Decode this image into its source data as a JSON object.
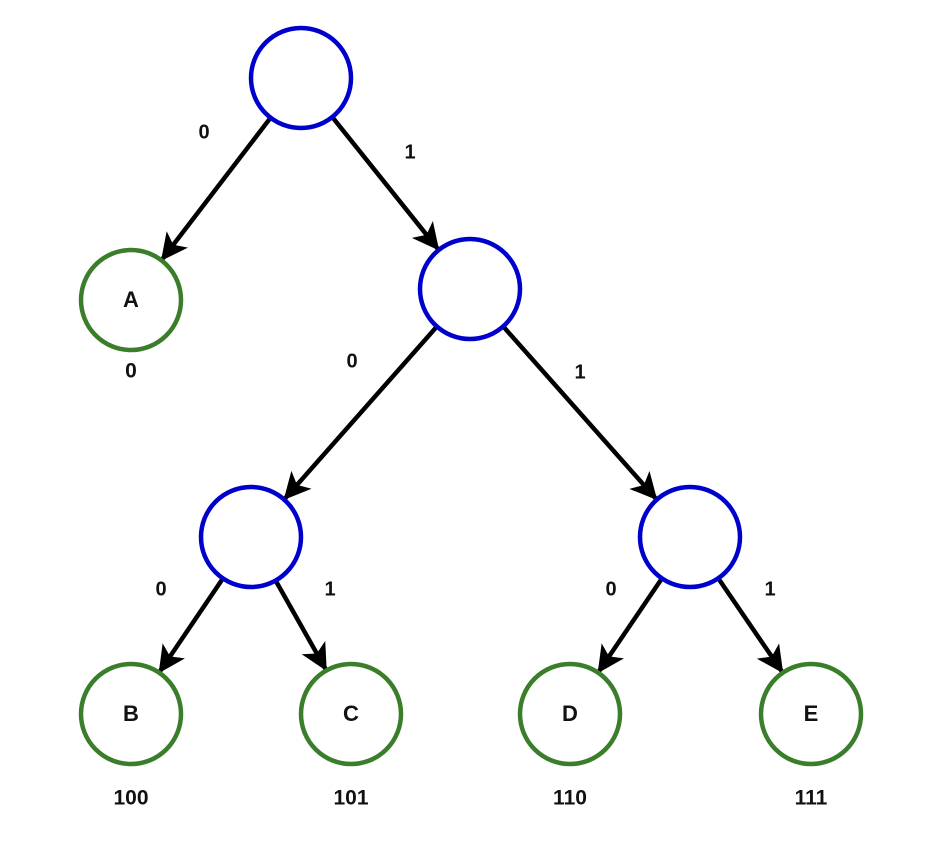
{
  "colors": {
    "internal_node": "#0000cc",
    "leaf_node": "#3a7d2a",
    "edge": "#000000",
    "background": "#ffffff"
  },
  "tree": {
    "internal_nodes": [
      {
        "id": "root"
      },
      {
        "id": "n1"
      },
      {
        "id": "n10"
      },
      {
        "id": "n11"
      }
    ],
    "leaves": [
      {
        "id": "A",
        "label": "A",
        "code": "0"
      },
      {
        "id": "B",
        "label": "B",
        "code": "100"
      },
      {
        "id": "C",
        "label": "C",
        "code": "101"
      },
      {
        "id": "D",
        "label": "D",
        "code": "110"
      },
      {
        "id": "E",
        "label": "E",
        "code": "111"
      }
    ],
    "edges": [
      {
        "from": "root",
        "to": "A",
        "label": "0"
      },
      {
        "from": "root",
        "to": "n1",
        "label": "1"
      },
      {
        "from": "n1",
        "to": "n10",
        "label": "0"
      },
      {
        "from": "n1",
        "to": "n11",
        "label": "1"
      },
      {
        "from": "n10",
        "to": "B",
        "label": "0"
      },
      {
        "from": "n10",
        "to": "C",
        "label": "1"
      },
      {
        "from": "n11",
        "to": "D",
        "label": "0"
      },
      {
        "from": "n11",
        "to": "E",
        "label": "1"
      }
    ]
  }
}
